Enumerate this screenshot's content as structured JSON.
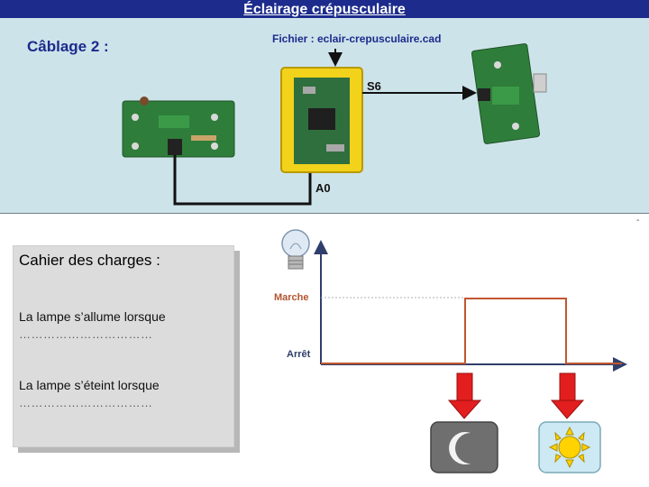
{
  "header": {
    "title": "Éclairage crépusculaire",
    "wiring_label": "Câblage 2 :",
    "file_label": "Fichier :  eclair-crepusculaire.cad",
    "output_port": "S6",
    "input_port": "A0",
    "corner_mark": "-"
  },
  "specs": {
    "title": "Cahier des charges :",
    "line1": "La lampe s’allume lorsque",
    "dots1": "……………………………",
    "line2": "La lampe s’éteint lorsque",
    "dots2": "……………………………"
  },
  "timing": {
    "on_label": "Marche",
    "off_label": "Arrêt"
  },
  "colors": {
    "accent": "#1c2b8c",
    "signal": "#c0562f",
    "arrow": "#e31e1e"
  },
  "icons": [
    "light-bulb-icon",
    "moon-icon",
    "sun-icon"
  ]
}
